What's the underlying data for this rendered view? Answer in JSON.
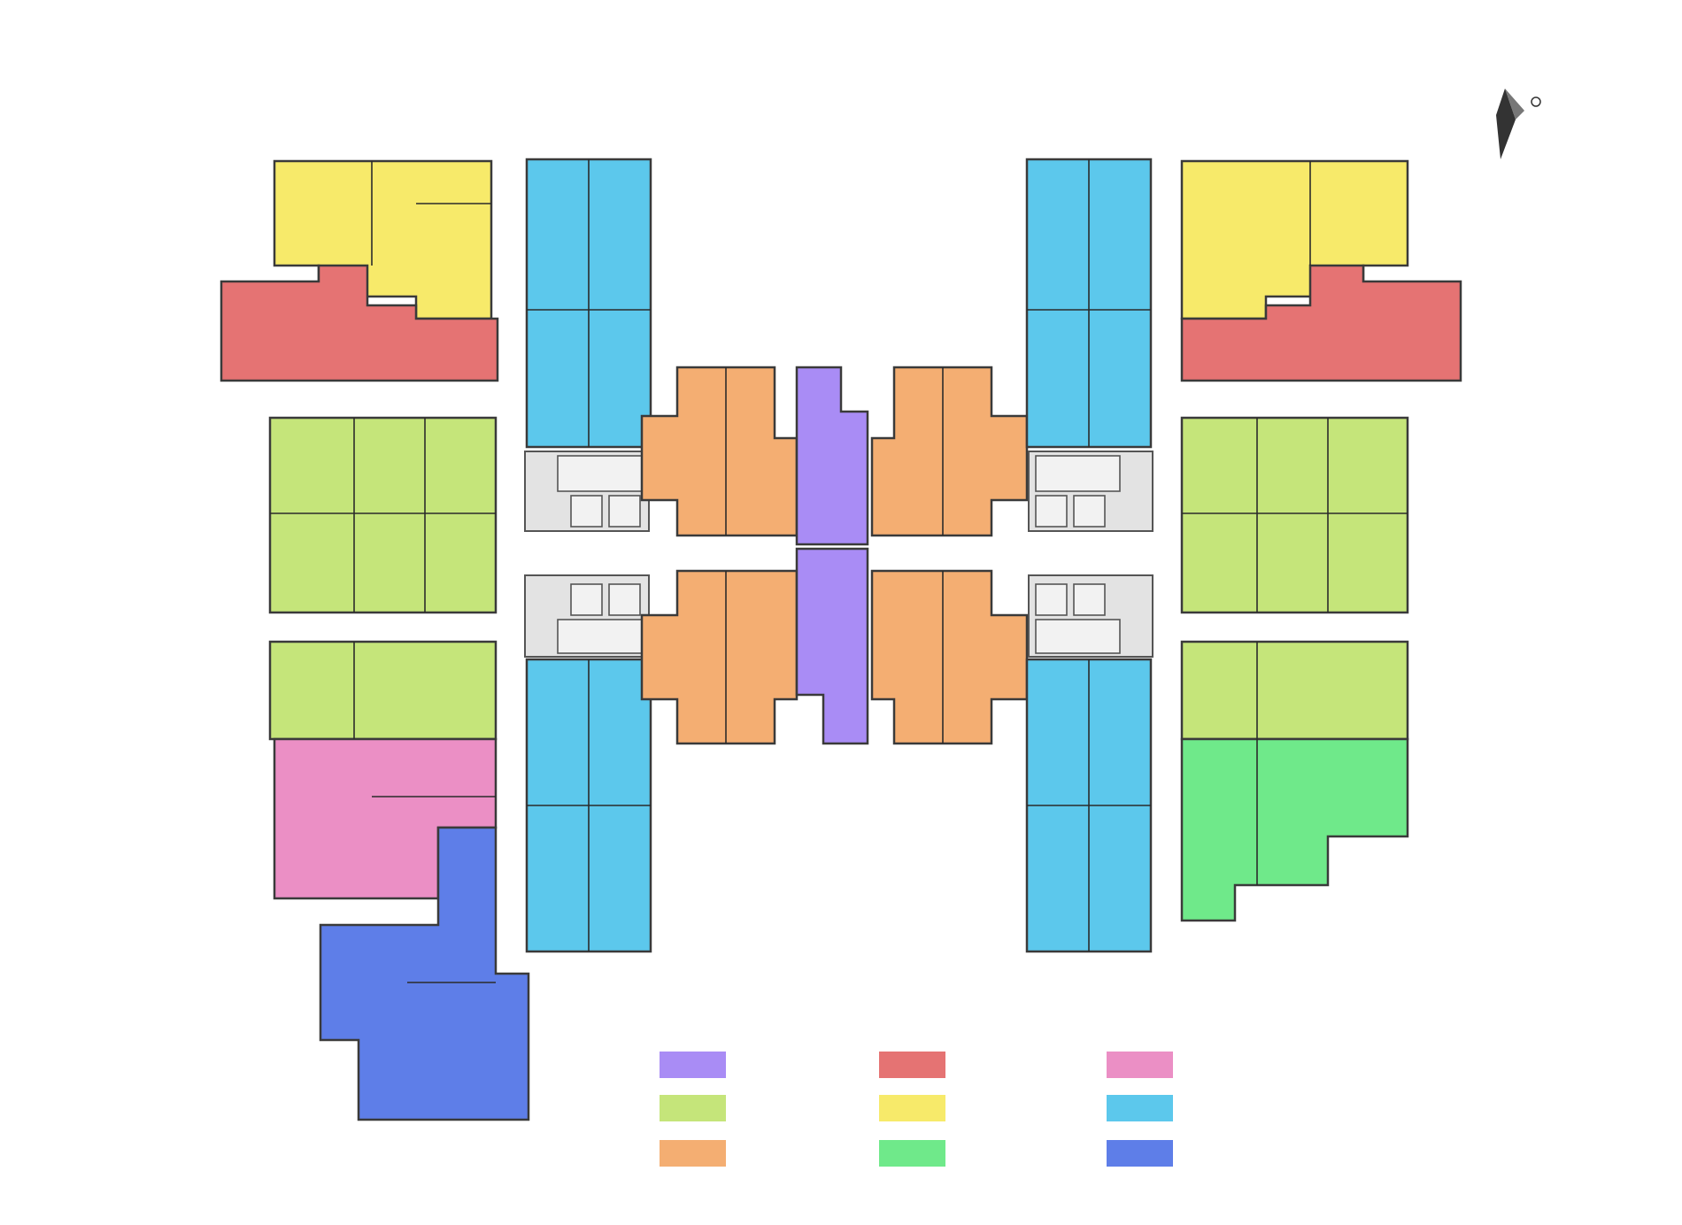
{
  "colors": {
    "purple": "#a98cf5",
    "red": "#e57373",
    "pink": "#eb8fc5",
    "lime": "#c5e57a",
    "yellow": "#f7ea6a",
    "cyan": "#5cc8ec",
    "orange": "#f4ae72",
    "green": "#6fe98a",
    "blue": "#5e7ee8",
    "core": "#e3e3e3"
  },
  "legend": [
    {
      "color": "#a98cf5",
      "icon": "purple-swatch"
    },
    {
      "color": "#e57373",
      "icon": "red-swatch"
    },
    {
      "color": "#eb8fc5",
      "icon": "pink-swatch"
    },
    {
      "color": "#c5e57a",
      "icon": "lime-swatch"
    },
    {
      "color": "#f7ea6a",
      "icon": "yellow-swatch"
    },
    {
      "color": "#5cc8ec",
      "icon": "cyan-swatch"
    },
    {
      "color": "#f4ae72",
      "icon": "orange-swatch"
    },
    {
      "color": "#6fe98a",
      "icon": "green-swatch"
    },
    {
      "color": "#5e7ee8",
      "icon": "blue-swatch"
    }
  ],
  "icons": {
    "north_arrow": "compass-icon"
  }
}
